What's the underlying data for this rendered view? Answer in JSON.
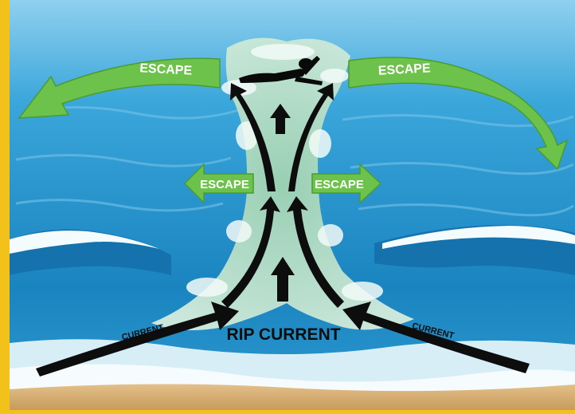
{
  "labels": {
    "escape_top_left": "ESCAPE",
    "escape_top_right": "ESCAPE",
    "escape_mid_left": "ESCAPE",
    "escape_mid_right": "ESCAPE",
    "current_left": "CURRENT",
    "current_right": "CURRENT",
    "rip_current": "RIP CURRENT"
  },
  "colors": {
    "frame": "#f2c21b",
    "ocean_deep": "#1f87c2",
    "ocean_light": "#58b8e3",
    "rip_water": "#b9ddc6",
    "foam": "#eef8fb",
    "sand": "#d9b27a",
    "escape_arrow": "#6cc24a",
    "current_arrow": "#0d0d0d"
  },
  "icons": {
    "swimmer": "swimmer-icon"
  }
}
